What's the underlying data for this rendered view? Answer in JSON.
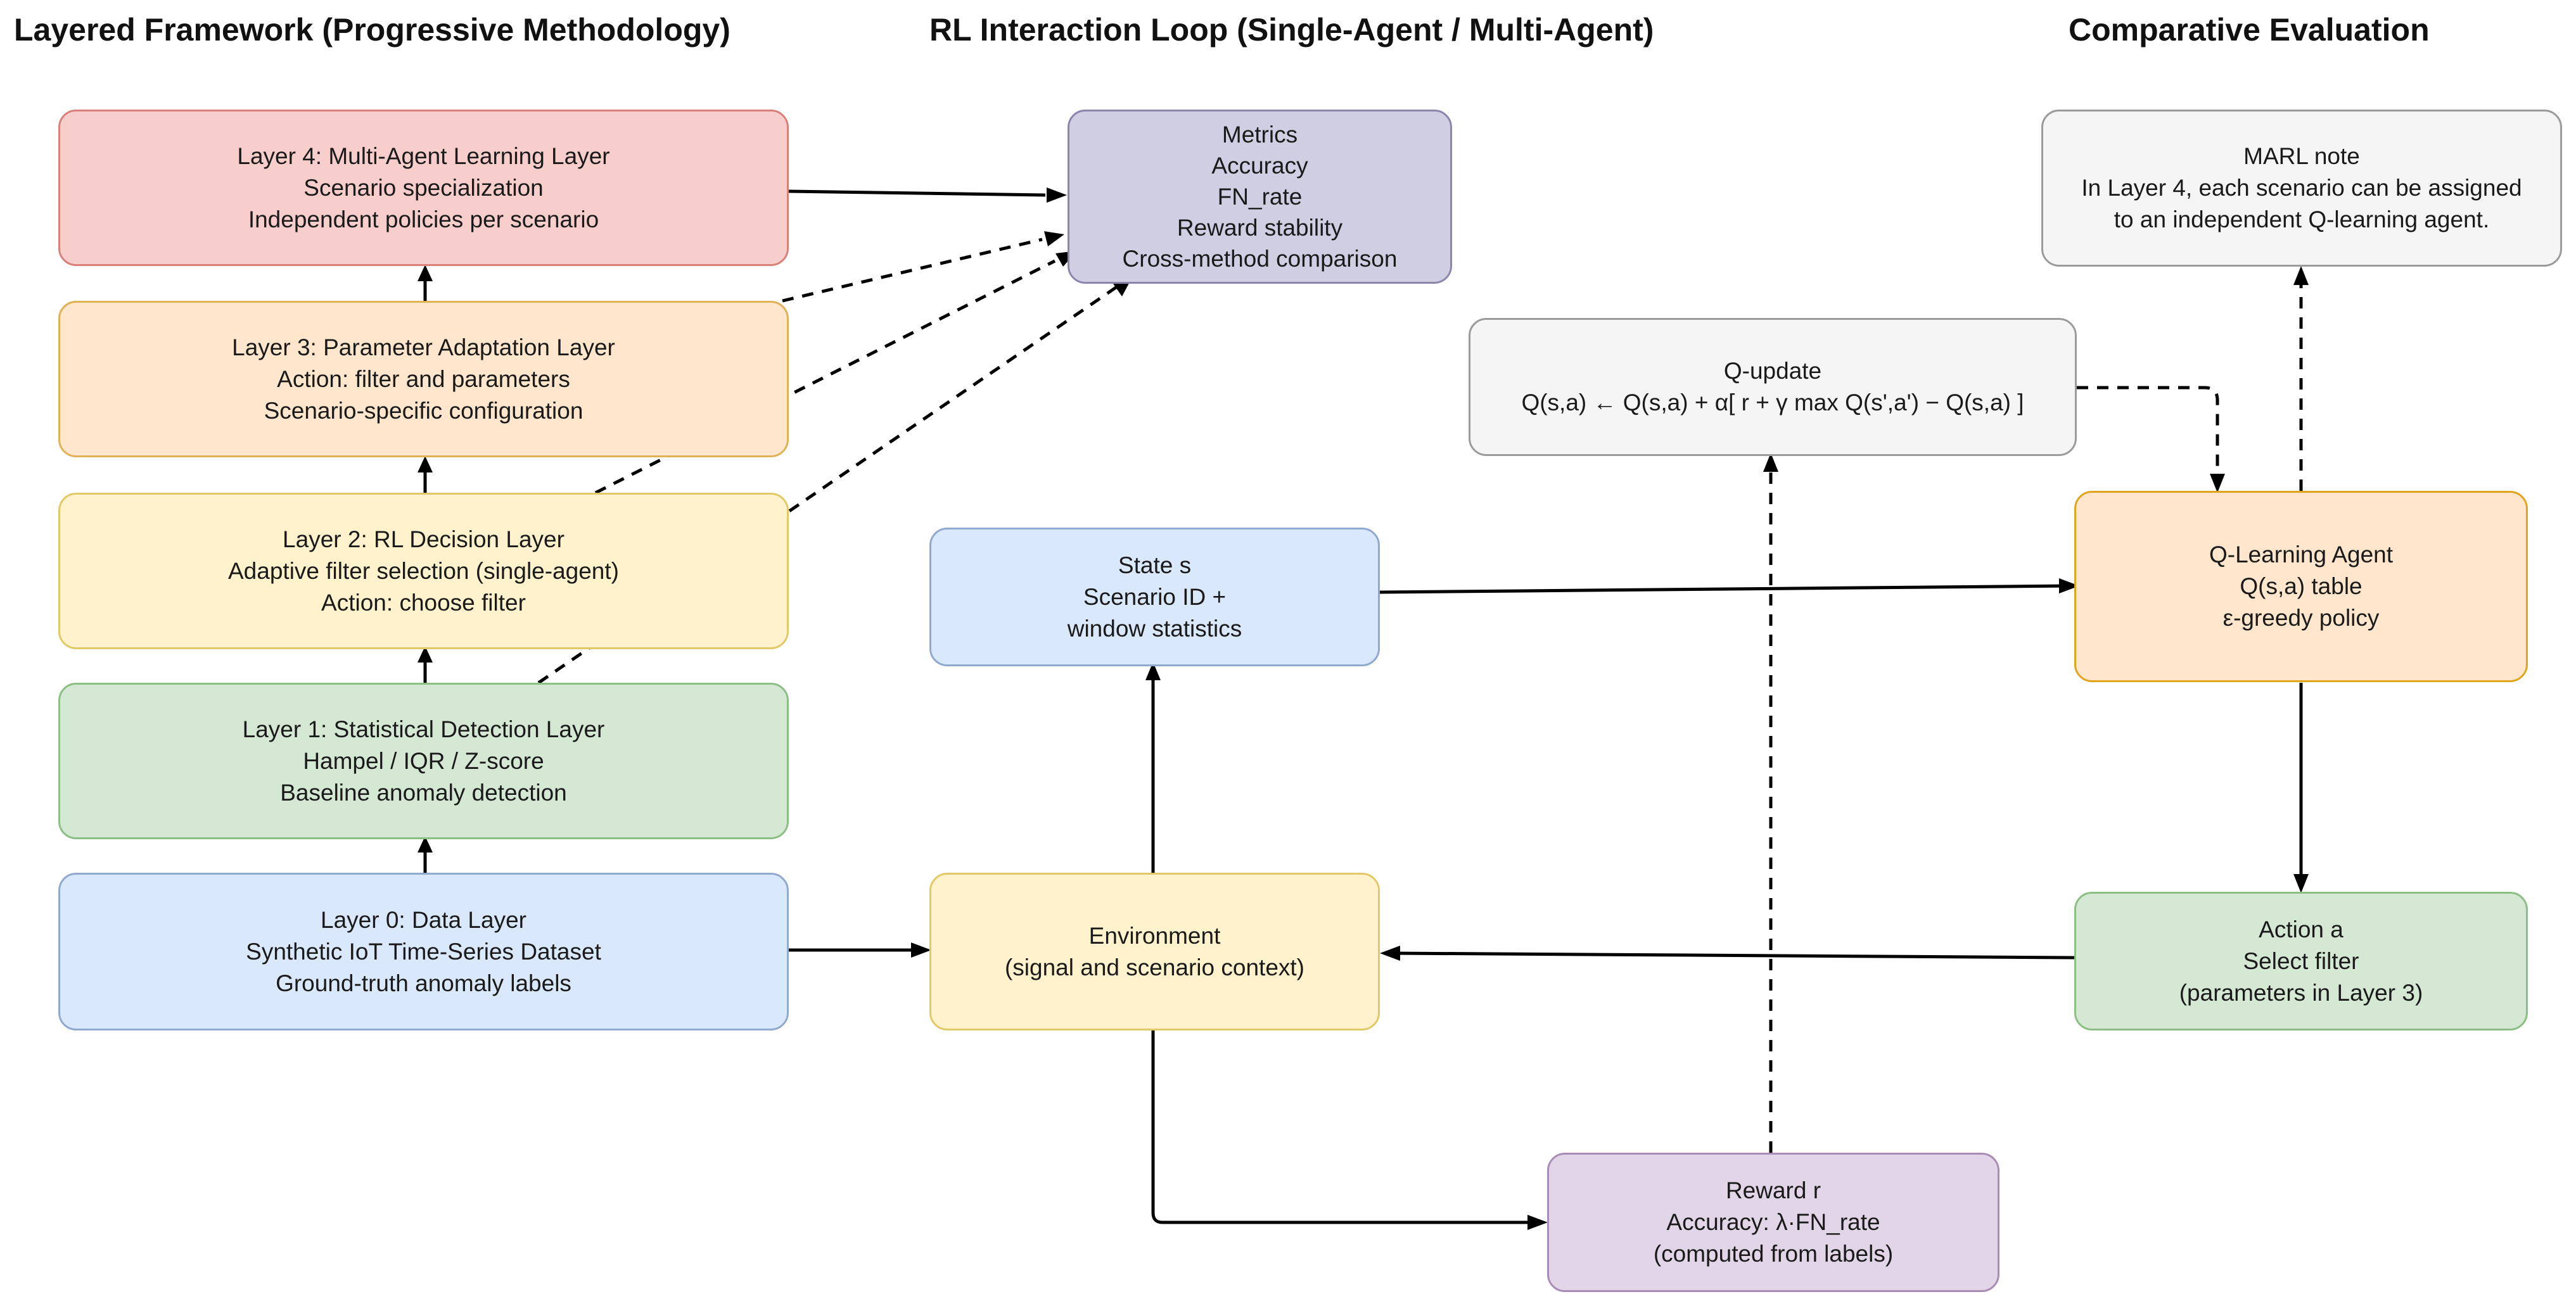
{
  "headings": {
    "left": "Layered Framework (Progressive Methodology)",
    "middle": "RL Interaction Loop (Single-Agent / Multi-Agent)",
    "right": "Comparative Evaluation"
  },
  "layers": [
    {
      "lines": [
        "Layer 4: Multi-Agent Learning Layer",
        "Scenario specialization",
        "Independent policies per scenario"
      ],
      "color": "#f8cecc"
    },
    {
      "lines": [
        "Layer 3: Parameter Adaptation Layer",
        "Action: filter and parameters",
        "Scenario-specific configuration"
      ],
      "color": "#ffe6cc"
    },
    {
      "lines": [
        "Layer 2: RL Decision Layer",
        "Adaptive filter selection (single-agent)",
        "Action: choose filter"
      ],
      "color": "#fff2cc"
    },
    {
      "lines": [
        "Layer 1: Statistical Detection Layer",
        "Hampel / IQR / Z-score",
        "Baseline anomaly detection"
      ],
      "color": "#d5e8d4"
    },
    {
      "lines": [
        "Layer 0: Data Layer",
        "Synthetic IoT Time-Series Dataset",
        "Ground-truth anomaly labels"
      ],
      "color": "#dae8fc"
    }
  ],
  "metrics": {
    "lines": [
      "Metrics",
      "Accuracy",
      "FN_rate",
      "Reward stability",
      "Cross-method comparison"
    ]
  },
  "state": {
    "lines": [
      "State s",
      "Scenario ID +",
      "window statistics"
    ]
  },
  "environment": {
    "lines": [
      "Environment",
      "(signal and scenario context)"
    ]
  },
  "reward": {
    "lines": [
      "Reward r",
      "Accuracy: λ·FN_rate",
      "(computed from labels)"
    ]
  },
  "q_update": {
    "lines": [
      "Q-update",
      "Q(s,a) ← Q(s,a) + α[ r + γ max Q(s',a') − Q(s,a) ]"
    ]
  },
  "agent": {
    "lines": [
      "Q-Learning Agent",
      "Q(s,a) table",
      "ε-greedy policy"
    ]
  },
  "action": {
    "lines": [
      "Action a",
      "Select filter",
      "(parameters in Layer 3)"
    ]
  },
  "marl_note": {
    "lines": [
      "MARL note",
      "In Layer 4, each scenario can be assigned",
      "to an independent Q-learning agent."
    ]
  }
}
